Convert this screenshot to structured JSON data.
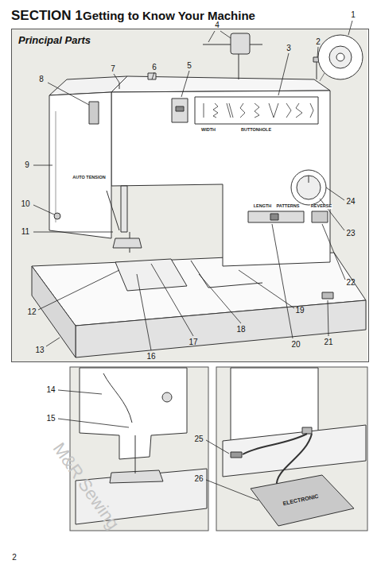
{
  "diagram": {
    "title": "Getting to Know Your Machine",
    "nodes": [
      {
        "text": [
          "Principal Parts"
        ]
      }
    ],
    "labels": [
      "SECTION 1",
      "1",
      "2",
      "3",
      "4",
      "5",
      "6",
      "7",
      "8",
      "9",
      "10",
      "11",
      "12",
      "13",
      "16",
      "17",
      "18",
      "19",
      "20",
      "21",
      "22",
      "23",
      "24",
      "14",
      "15",
      "25",
      "26",
      "WIDTH",
      "BUTTONHOLE",
      "AUTO TENSION",
      "LENGTH",
      "PATTERNS",
      "REVERSE",
      "ELECTRONIC",
      "M&R Sewing",
      "2"
    ]
  }
}
